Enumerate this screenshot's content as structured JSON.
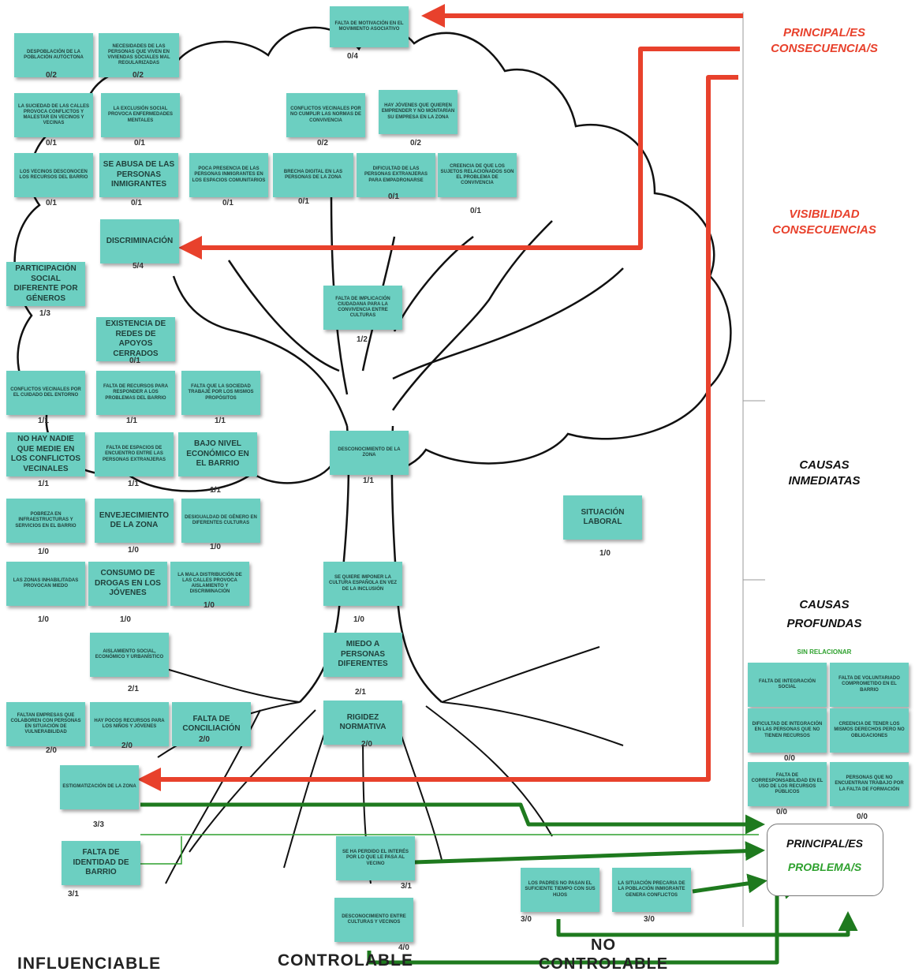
{
  "labels": {
    "principal_consecuencias": "PRINCIPAL/ES\nCONSECUENCIA/S",
    "visibilidad_consecuencias": "VISIBILIDAD\nCONSECUENCIAS",
    "causas_inmediatas": "CAUSAS\nINMEDIATAS",
    "causas_profundas": "CAUSAS\nPROFUNDAS",
    "sin_relacionar": "SIN RELACIONAR",
    "principal_problemas_line1": "PRINCIPAL/ES",
    "principal_problemas_line2": "PROBLEMA/S",
    "influenciable": "INFLUENCIABLE",
    "controlable": "CONTROLABLE",
    "no_controlable": "NO\nCONTROLABLE"
  },
  "colors": {
    "note": "#6ccfc1",
    "red_arrow": "#e8412c",
    "green_arrow": "#1e7a1e",
    "outline": "#111111"
  },
  "notes": [
    {
      "id": "falta-motivacion",
      "text": "FALTA DE MOTIVACIÓN EN EL MOVIMIENTO ASOCIATIVO",
      "score": "0/4"
    },
    {
      "id": "despoblacion",
      "text": "DESPOBLACIÓN DE LA POBLACIÓN AUTÓCTONA",
      "score": "0/2"
    },
    {
      "id": "necesidades",
      "text": "NECESIDADES DE LAS PERSONAS QUE VIVEN EN VIVIENDAS SOCIALES MAL REGULARIZADAS",
      "score": "0/2"
    },
    {
      "id": "suciedad",
      "text": "LA SUCIEDAD DE LAS CALLES PROVOCA CONFLICTOS Y MALESTAR EN VECINOS Y VECINAS",
      "score": "0/1"
    },
    {
      "id": "exclusion-social",
      "text": "LA EXCLUSIÓN SOCIAL PROVOCA ENFERMEDADES MENTALES",
      "score": "0/1"
    },
    {
      "id": "conflictos-normas",
      "text": "CONFLICTOS VECINALES POR NO CUMPLIR LAS NORMAS DE CONVIVENCIA",
      "score": "0/2"
    },
    {
      "id": "jovenes-emprender",
      "text": "HAY JÓVENES QUE QUIEREN EMPRENDER Y NO MONTARÍAN SU EMPRESA EN LA ZONA",
      "score": "0/2"
    },
    {
      "id": "vecinos-ignoran",
      "text": "LOS VECINOS DESCONOCEN LOS RECURSOS DEL BARRIO",
      "score": "0/1"
    },
    {
      "id": "abusa-inmigrantes",
      "text": "SE ABUSA DE LAS PERSONAS INMIGRANTES",
      "score": "0/1"
    },
    {
      "id": "poca-presencia",
      "text": "POCA PRESENCIA DE LAS PERSONAS INMIGRANTES EN LOS ESPACIOS COMUNITARIOS",
      "score": "0/1"
    },
    {
      "id": "brecha-digital",
      "text": "BRECHA DIGITAL EN LAS PERSONAS DE LA ZONA",
      "score": "0/1"
    },
    {
      "id": "dificultad-personas",
      "text": "DIFICULTAD DE LAS PERSONAS EXTRANJERAS PARA EMPADRONARSE",
      "score": "0/1"
    },
    {
      "id": "creencia-sujetos",
      "text": "CREENCIA DE QUE LOS SUJETOS RELACIONADOS SON EL PROBLEMA DE CONVIVENCIA",
      "score": "0/1"
    },
    {
      "id": "discriminacion",
      "text": "DISCRIMINACIÓN",
      "score": "5/4"
    },
    {
      "id": "participacion-social",
      "text": "PARTICIPACIÓN SOCIAL DIFERENTE POR GÉNEROS",
      "score": "1/3"
    },
    {
      "id": "falta-implicacion",
      "text": "FALTA DE IMPLICACIÓN CIUDADANA PARA LA CONVIVENCIA ENTRE CULTURAS",
      "score": "1/2"
    },
    {
      "id": "redes-apoyo",
      "text": "EXISTENCIA DE REDES DE APOYOS CERRADOS",
      "score": "0/1"
    },
    {
      "id": "conflictos-cuidado",
      "text": "CONFLICTOS VECINALES POR EL CUIDADO DEL ENTORNO",
      "score": "1/1"
    },
    {
      "id": "falta-recursos",
      "text": "FALTA DE RECURSOS PARA RESPONDER A LOS PROBLEMAS DEL BARRIO",
      "score": "1/1"
    },
    {
      "id": "falta-sociedad",
      "text": "FALTA QUE LA SOCIEDAD TRABAJE POR LOS MISMOS PROPÓSITOS",
      "score": "1/1"
    },
    {
      "id": "nadie-media",
      "text": "NO HAY NADIE QUE MEDIE EN LOS CONFLICTOS VECINALES",
      "score": "1/1"
    },
    {
      "id": "falta-espacios",
      "text": "FALTA DE ESPACIOS DE ENCUENTRO ENTRE LAS PERSONAS EXTRANJERAS",
      "score": "1/1"
    },
    {
      "id": "bajo-nivel",
      "text": "BAJO NIVEL ECONÓMICO EN EL BARRIO",
      "score": "1/1"
    },
    {
      "id": "desconocimiento-zona",
      "text": "DESCONOCIMIENTO DE LA ZONA",
      "score": "1/1"
    },
    {
      "id": "situacion-laboral",
      "text": "SITUACIÓN LABORAL",
      "score": "1/0"
    },
    {
      "id": "pobreza-infraestructuras",
      "text": "POBREZA EN INFRAESTRUCTURAS Y SERVICIOS EN EL BARRIO",
      "score": "1/0"
    },
    {
      "id": "envejecimiento",
      "text": "ENVEJECIMIENTO DE LA ZONA",
      "score": "1/0"
    },
    {
      "id": "desigualdad-genero",
      "text": "DESIGUALDAD DE GÉNERO EN DIFERENTES CULTURAS",
      "score": "1/0"
    },
    {
      "id": "zonas-inhabilitadas",
      "text": "LAS ZONAS INHABILITADAS PROVOCAN MIEDO",
      "score": "1/0"
    },
    {
      "id": "consumo-drogas",
      "text": "CONSUMO DE DROGAS EN LOS JÓVENES",
      "score": "1/0"
    },
    {
      "id": "mala-distribucion",
      "text": "LA MALA DISTRIBUCIÓN DE LAS CALLES PROVOCA AISLAMIENTO Y DISCRIMINACIÓN",
      "score": "1/0"
    },
    {
      "id": "imponer-cultura",
      "text": "SE QUIERE IMPONER LA CULTURA ESPAÑOLA EN VEZ DE LA INCLUSIÓN",
      "score": "1/0"
    },
    {
      "id": "aislamiento",
      "text": "AISLAMIENTO SOCIAL, ECONÓMICO Y URBANÍSTICO",
      "score": "2/1"
    },
    {
      "id": "miedo-personas",
      "text": "MIEDO A PERSONAS DIFERENTES",
      "score": "2/1"
    },
    {
      "id": "falta-empresas",
      "text": "FALTAN EMPRESAS QUE COLABOREN CON PERSONAS EN SITUACIÓN DE VULNERABILIDAD",
      "score": "2/0"
    },
    {
      "id": "pocos-recursos",
      "text": "HAY POCOS RECURSOS PARA LOS NIÑOS Y JÓVENES",
      "score": "2/0"
    },
    {
      "id": "falta-conciliacion",
      "text": "FALTA DE CONCILIACIÓN",
      "score": "2/0"
    },
    {
      "id": "rigidez-normativa",
      "text": "RIGIDEZ NORMATIVA",
      "score": "2/0"
    },
    {
      "id": "estigmatizacion",
      "text": "ESTIGMATIZACIÓN DE LA ZONA",
      "score": "3/3"
    },
    {
      "id": "falta-identidad",
      "text": "FALTA DE IDENTIDAD DE BARRIO",
      "score": "3/1"
    },
    {
      "id": "perdido-interes",
      "text": "SE HA PERDIDO EL INTERÉS POR LO QUE LE PASA AL VECINO",
      "score": "3/1"
    },
    {
      "id": "desconocimiento-culturas",
      "text": "DESCONOCIMIENTO ENTRE CULTURAS Y VECINOS",
      "score": "4/0"
    },
    {
      "id": "padres-tiempo",
      "text": "LOS PADRES NO PASAN EL SUFICIENTE TIEMPO CON SUS HIJOS",
      "score": "3/0"
    },
    {
      "id": "situacion-precaria",
      "text": "LA SITUACIÓN PRECARIA DE LA POBLACIÓN INMIGRANTE GENERA CONFLICTOS",
      "score": "3/0"
    },
    {
      "id": "falta-integracion",
      "text": "FALTA DE INTEGRACIÓN SOCIAL",
      "score": ""
    },
    {
      "id": "falta-voluntariado",
      "text": "FALTA DE VOLUNTARIADO COMPROMETIDO EN EL BARRIO",
      "score": ""
    },
    {
      "id": "dificultad-integracion",
      "text": "DIFICULTAD DE INTEGRACIÓN EN LAS PERSONAS QUE NO TIENEN RECURSOS",
      "score": "0/0"
    },
    {
      "id": "creencia-derechos",
      "text": "CREENCIA DE TENER LOS MISMOS DERECHOS PERO NO OBLIGACIONES",
      "score": ""
    },
    {
      "id": "falta-corresponsabilidad",
      "text": "FALTA DE CORRESPONSABILIDAD EN EL USO DE LOS RECURSOS PÚBLICOS",
      "score": "0/0"
    },
    {
      "id": "personas-trabajo",
      "text": "PERSONAS QUE NO ENCUENTRAN TRABAJO POR LA FALTA DE FORMACIÓN",
      "score": "0/0"
    }
  ]
}
